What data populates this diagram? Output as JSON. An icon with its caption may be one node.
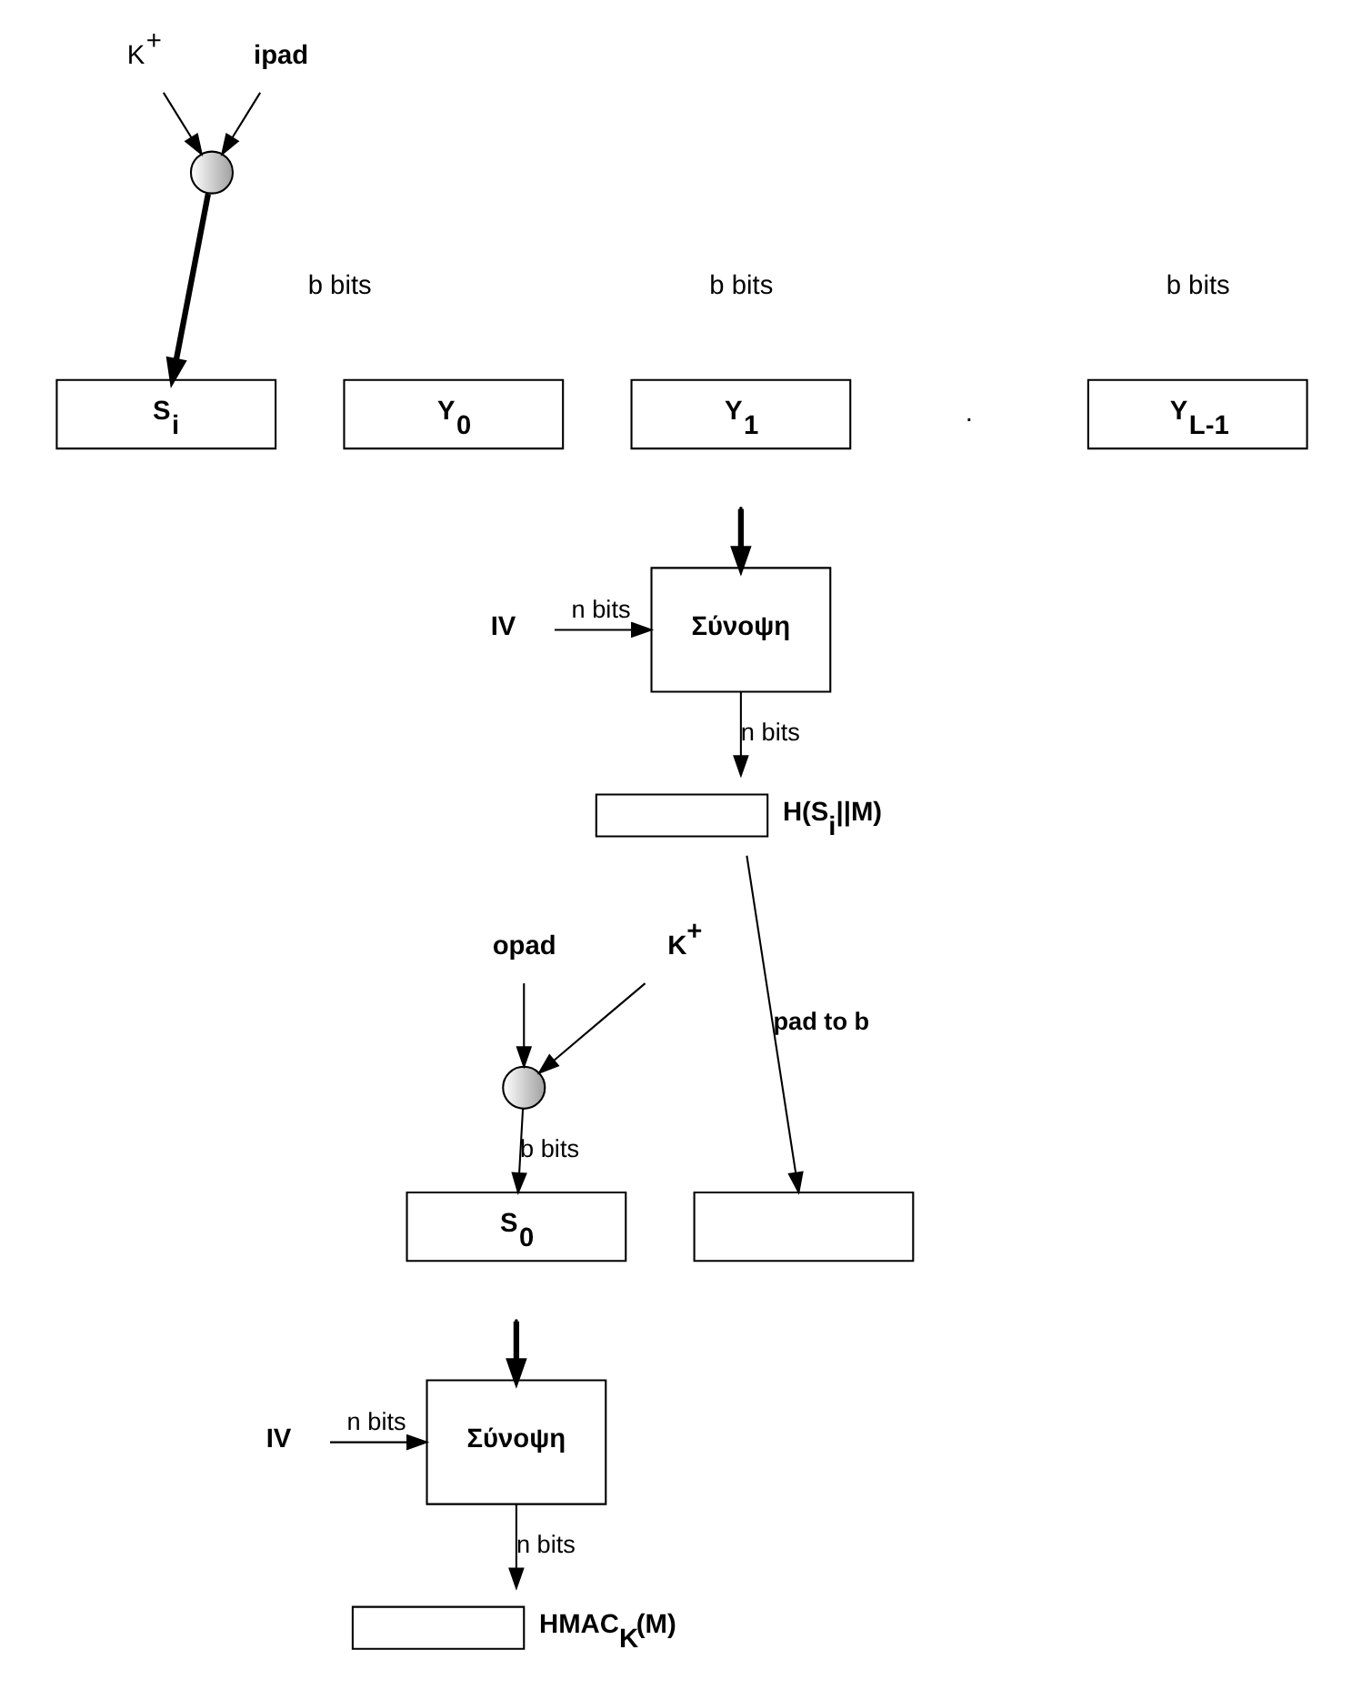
{
  "diagram": {
    "nodes": [
      {
        "text": [
          "K$^{+}$"
        ]
      },
      {
        "text": [
          "ipad"
        ]
      },
      {
        "text": [],
        "shape": "circle"
      },
      {
        "text": [
          "S$_{i}$"
        ]
      },
      {
        "text": [
          "Y$_{0}$"
        ]
      },
      {
        "text": [
          "Y$_{1}$"
        ]
      },
      {
        "text": [
          "Y$_{L-1}$"
        ]
      },
      {
        "text": [
          "IV"
        ]
      },
      {
        "text": [
          "Σύνοψη"
        ]
      },
      {
        "text": [],
        "shape": "box",
        "beside": [
          "H(S$_{i}$||M)"
        ]
      },
      {
        "text": [
          "K$^{+}$"
        ]
      },
      {
        "text": [
          "opad"
        ]
      },
      {
        "text": [],
        "shape": "circle"
      },
      {
        "text": [
          "S$_{0}$"
        ]
      },
      {
        "text": [],
        "shape": "box"
      },
      {
        "text": [
          "IV"
        ]
      },
      {
        "text": [
          "Σύνοψη"
        ]
      },
      {
        "text": [],
        "shape": "box",
        "beside": [
          "HMAC$_{K}$(M)"
        ]
      }
    ],
    "edges": [
      {
        "from": 0,
        "to": 2,
        "arrow": "to"
      },
      {
        "from": 1,
        "to": 2,
        "arrow": "to"
      },
      {
        "from": 2,
        "to": 3,
        "arrow": "to",
        "style": "thick"
      },
      {
        "from": null,
        "to": 8,
        "arrow": "to",
        "style": "thick"
      },
      {
        "from": 7,
        "to": 8,
        "arrow": "to",
        "label": "n bits"
      },
      {
        "from": 8,
        "to": 9,
        "arrow": "to",
        "label": "n bits"
      },
      {
        "from": 10,
        "to": 12,
        "arrow": "to"
      },
      {
        "from": 11,
        "to": 12,
        "arrow": "to"
      },
      {
        "from": 12,
        "to": 13,
        "arrow": "to",
        "label": "b bits"
      },
      {
        "from": 9,
        "to": 14,
        "arrow": "to",
        "label": "pad to b"
      },
      {
        "from": null,
        "to": 16,
        "arrow": "to",
        "style": "thick"
      },
      {
        "from": 15,
        "to": 16,
        "arrow": "to",
        "label": "n bits"
      },
      {
        "from": 16,
        "to": 17,
        "arrow": "to",
        "label": "n bits"
      }
    ],
    "labels": [
      "b bits",
      "b bits",
      "b bits",
      "."
    ]
  }
}
